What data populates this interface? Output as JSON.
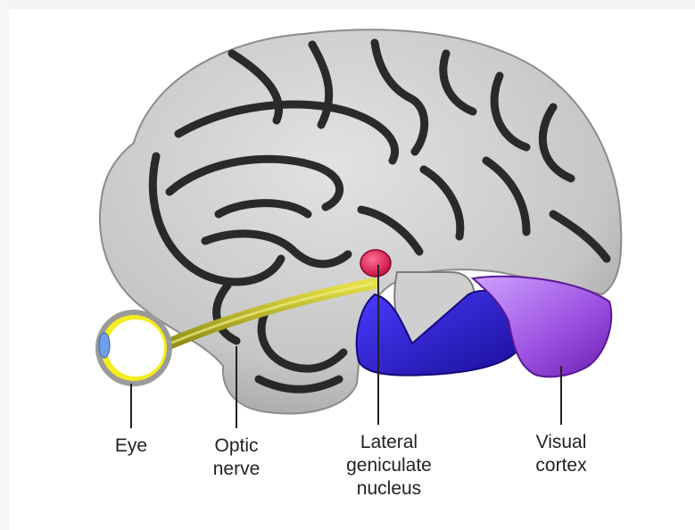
{
  "labels": {
    "eye": [
      "Eye"
    ],
    "optic_nerve": [
      "Optic",
      "nerve"
    ],
    "lgn": [
      "Lateral",
      "geniculate",
      "nucleus"
    ],
    "visual_cortex": [
      "Visual",
      "cortex"
    ]
  },
  "colors": {
    "brain_fill": "#c9c9c9",
    "brain_highlight": "#e6e6e6",
    "sulcus": "#1c1c1c",
    "optic_nerve": "#c4c02a",
    "lgn": "#e5114a",
    "optic_radiation": "#2b18d8",
    "visual_cortex": "#9f4fe0",
    "eye_ring": "#f2ee1e",
    "eye_rim": "#9a9a9a",
    "pointer": "#222222"
  }
}
